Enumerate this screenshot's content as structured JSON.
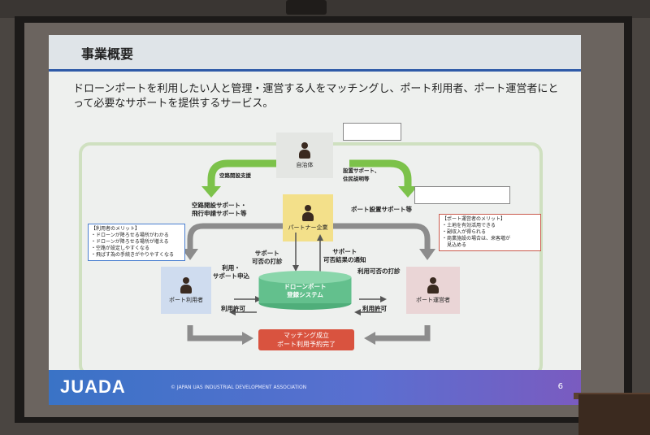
{
  "slide": {
    "title": "事業概要",
    "lead": "ドローンポートを利用したい人と管理・運営する人をマッチングし、ポート利用者、ポート運営者にとって必要なサポートを提供するサービス。",
    "footer_logo": "JUADA",
    "footer_assoc": "© JAPAN UAS INDUSTRIAL DEVELOPMENT ASSOCIATION",
    "page_number": "6"
  },
  "diagram": {
    "top_actor": "自治体",
    "partner": "パートナー企業",
    "user": "ポート利用者",
    "operator": "ポート運営者",
    "system": "ドローンポート\n登録システム",
    "result": "マッチング成立\nポート利用予約完了",
    "labels": {
      "airspace_support": "空路開設支援",
      "port_setup_support": "設置サポート、\n住民説明等",
      "route_flight_support": "空路開設サポート・\n飛行申請サポート等",
      "port_install_support": "ポート設置サポート等",
      "support_check": "サポート\n可否の打診",
      "support_result": "サポート\n可否結果の通知",
      "use_support_apply": "利用・\nサポート申込",
      "use_allowed_left": "利用許可",
      "use_check": "利用可否の打診",
      "use_allowed_right": "利用許可"
    },
    "notes": {
      "user_merit_title": "【利用者のメリット】",
      "user_merit": "・ドローンが降ろせる場所がわかる\n・ドローンが降ろせる場所が増える\n・空路が設定しやすくなる\n・飛ばす為の手続きがやりやすくなる",
      "operator_merit_title": "【ポート運営者のメリット】",
      "operator_merit": "・土地を有効活用できる\n・副収入が得られる\n・商業施設の場合は、来客増が\n　見込める"
    }
  }
}
